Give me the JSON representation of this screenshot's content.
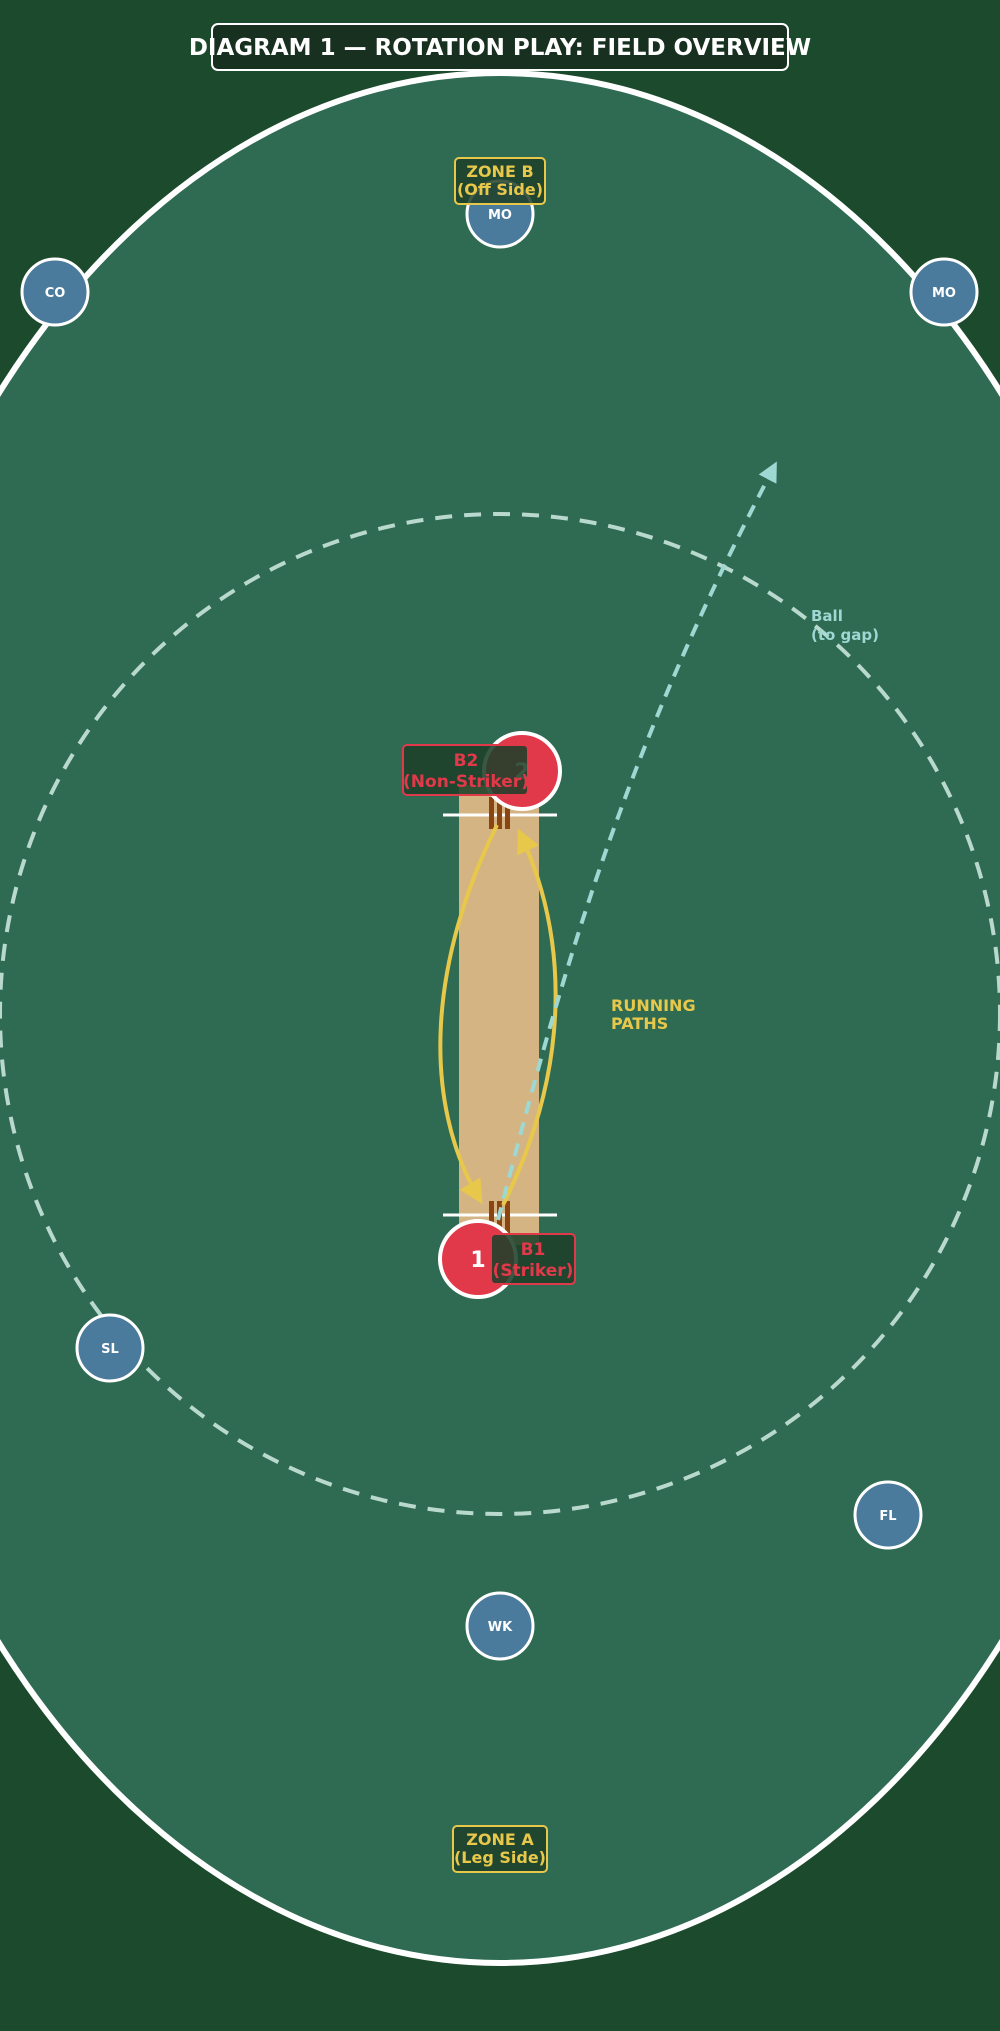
{
  "title": "DIAGRAM 1 — ROTATION PLAY: FIELD OVERVIEW",
  "zones": {
    "top": {
      "line1": "ZONE B",
      "line2": "(Off Side)"
    },
    "bottom": {
      "line1": "ZONE A",
      "line2": "(Leg Side)"
    }
  },
  "fielders": {
    "mo_top": "MO",
    "co": "CO",
    "mo_right": "MO",
    "sl": "SL",
    "fl": "FL",
    "wk": "WK"
  },
  "batters": {
    "b2": {
      "number": "2",
      "line1": "B2",
      "line2": "(Non-Striker)"
    },
    "b1": {
      "number": "1",
      "line1": "B1",
      "line2": "(Striker)"
    }
  },
  "annotations": {
    "running_paths": {
      "line1": "RUNNING",
      "line2": "PATHS"
    },
    "ball": {
      "line1": "Ball",
      "line2": "(to gap)"
    }
  },
  "colors": {
    "background": "#1b4a2c",
    "field": "#2e6b52",
    "boundary": "#ffffff",
    "inner_circle": "#b9d9cf",
    "pitch": "#d4b483",
    "fielder": "#4a7a9c",
    "batter": "#e2394a",
    "running_path": "#e8c84a",
    "ball_path": "#9dd8d2",
    "label_box": "#1e4029"
  }
}
